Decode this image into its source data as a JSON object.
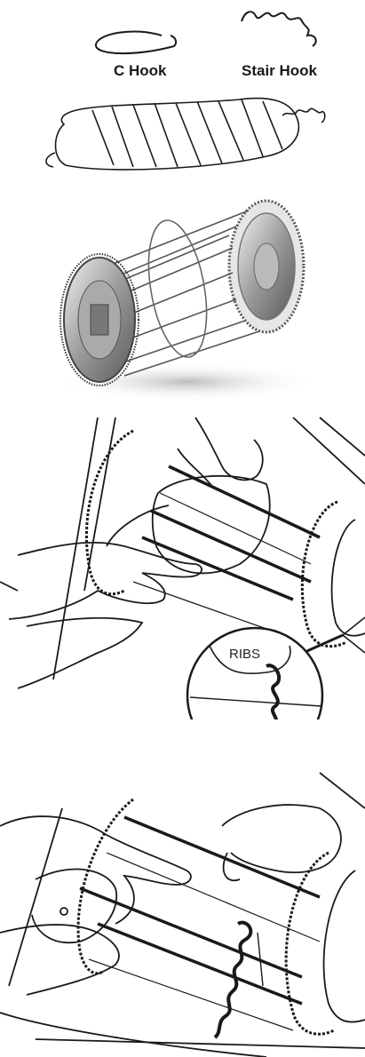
{
  "labels": {
    "c_hook": "C Hook",
    "stair_hook": "Stair Hook",
    "ribs": "RIBS"
  },
  "colors": {
    "ink": "#1a1a1a",
    "metal_dark": "#6b6b6b",
    "metal_light": "#d9d9d9"
  }
}
